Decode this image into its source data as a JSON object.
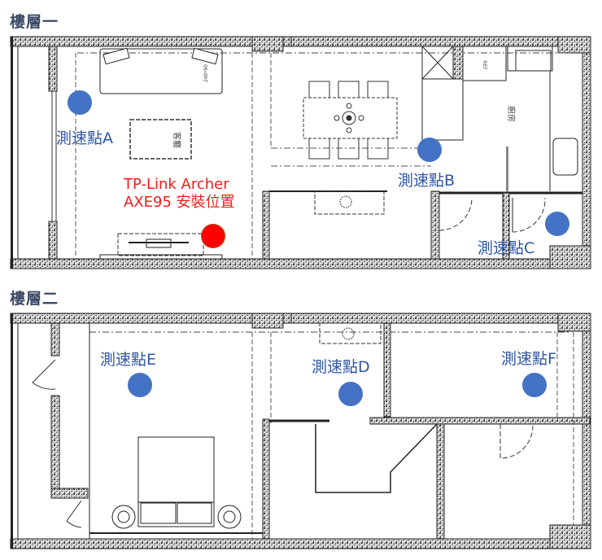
{
  "floors": [
    {
      "title": "樓層一",
      "rooms": [
        "客廳",
        "廚房"
      ],
      "annotations": {
        "sofa_size": "240*90",
        "fridge": "REF"
      },
      "router": {
        "label_line1": "TP-Link Archer",
        "label_line2": "AXE95 安裝位置",
        "color": "#ff0000"
      },
      "points": [
        {
          "label": "測速點A"
        },
        {
          "label": "測速點B"
        },
        {
          "label": "測速點C"
        }
      ]
    },
    {
      "title": "樓層二",
      "points": [
        {
          "label": "測速點E"
        },
        {
          "label": "測速點D"
        },
        {
          "label": "測速點F"
        }
      ]
    }
  ],
  "colors": {
    "point": "#4472c4",
    "point_label": "#2f55a4",
    "router": "#ff0000",
    "title": "#3b4a66"
  }
}
